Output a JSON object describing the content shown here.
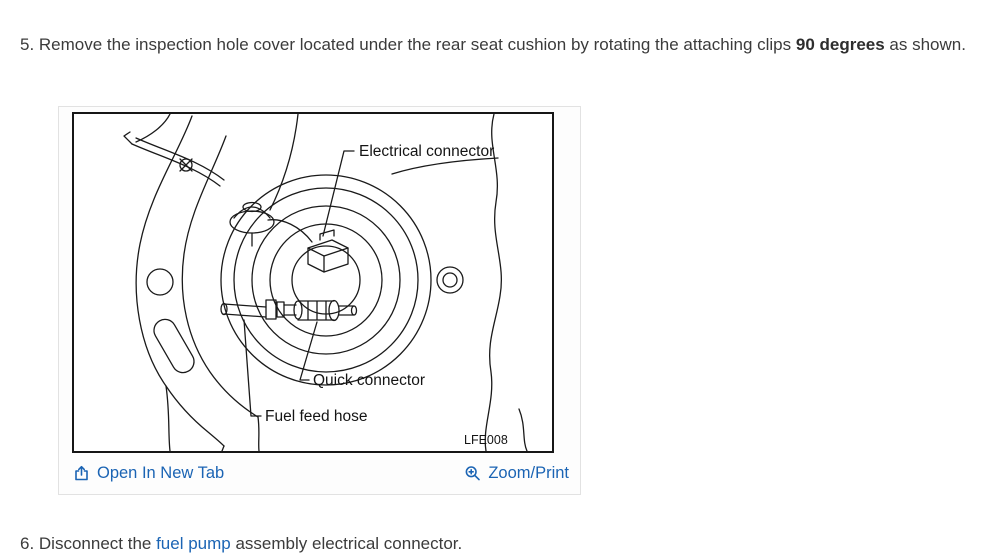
{
  "colors": {
    "link": "#1b64b4",
    "text": "#3b3b3b"
  },
  "step5": {
    "text_before": "5. Remove the inspection hole cover located under the rear seat cushion by rotating the attaching clips ",
    "bold_text": "90 degrees",
    "text_after": " as shown."
  },
  "figure": {
    "labels": {
      "electrical_connector": "Electrical connector",
      "quick_connector": "Quick connector",
      "fuel_feed_hose": "Fuel feed hose",
      "figure_code": "LFE008"
    },
    "actions": {
      "open_in_new_tab": "Open In New Tab",
      "zoom_print": "Zoom/Print"
    }
  },
  "step6": {
    "text_before": "6. Disconnect the ",
    "link_text": "fuel pump",
    "text_after": " assembly electrical connector."
  }
}
